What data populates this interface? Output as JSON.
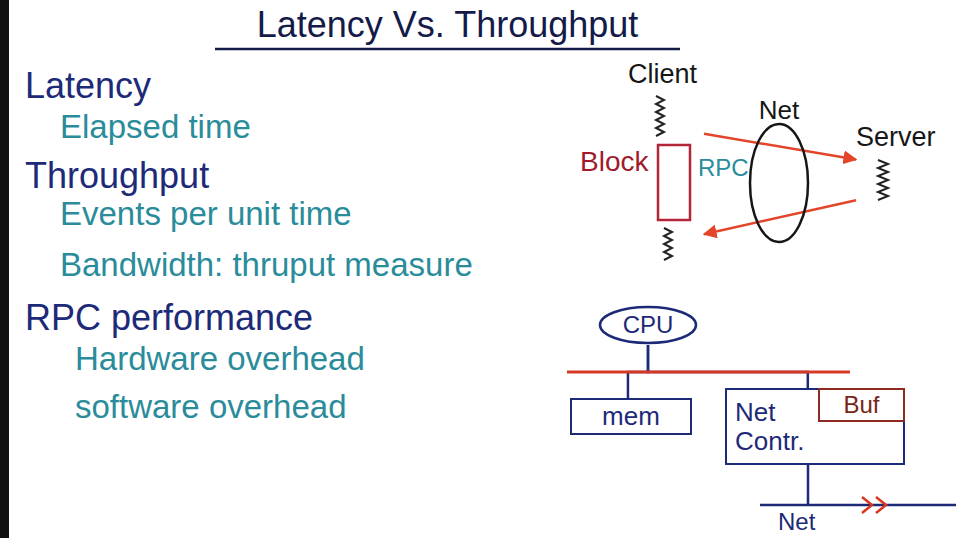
{
  "diagram": {
    "title": "Latency Vs. Throughput",
    "nodes": [
      {
        "text": [
          "Client"
        ]
      },
      {
        "text": [
          "Net"
        ]
      },
      {
        "text": [
          "Server"
        ]
      },
      {
        "text": [
          "CPU"
        ]
      },
      {
        "text": [
          "mem"
        ]
      },
      {
        "text": [
          "Net Contr."
        ]
      },
      {
        "text": [
          "Buf"
        ],
        "in": 5
      }
    ],
    "edges": [
      {
        "from": 0,
        "to": 2,
        "arrow": "to"
      },
      {
        "from": 2,
        "to": 0,
        "arrow": "to"
      },
      {
        "from": 3,
        "to": 4,
        "arrow": "none"
      },
      {
        "from": 3,
        "to": 5,
        "arrow": "none"
      }
    ],
    "labels": [
      "Latency",
      "Elapsed time",
      "Throughput",
      "Events per unit time",
      "Bandwidth: thruput measure",
      "RPC performance",
      "Hardware overhead",
      "software overhead",
      "Block",
      "RPC",
      "Net"
    ]
  }
}
